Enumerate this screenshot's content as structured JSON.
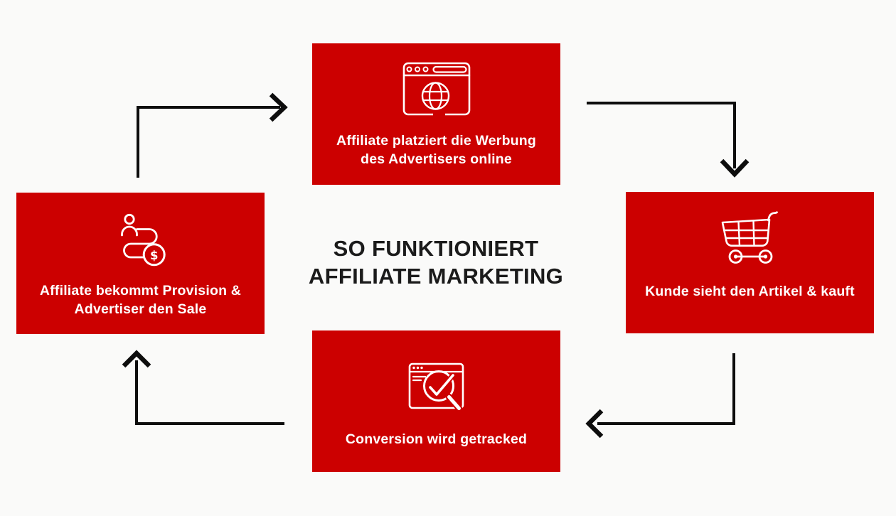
{
  "title": {
    "line1": "SO FUNKTIONIERT",
    "line2": "AFFILIATE MARKETING"
  },
  "steps": [
    {
      "id": "place-ad",
      "icon": "browser-globe-icon",
      "label_lines": [
        "Affiliate platziert die Werbung",
        "des Advertisers online"
      ]
    },
    {
      "id": "customer-buys",
      "icon": "shopping-cart-icon",
      "label_lines": [
        "Kunde sieht den Artikel & kauft"
      ]
    },
    {
      "id": "conversion-tracked",
      "icon": "tracking-magnifier-icon",
      "label_lines": [
        "Conversion wird getracked"
      ]
    },
    {
      "id": "affiliate-paid",
      "icon": "person-commission-icon",
      "label_lines": [
        "Affiliate bekommt Provision &",
        "Advertiser den Sale"
      ]
    }
  ],
  "icons": {
    "coin_symbol": "$"
  },
  "colors": {
    "box_red": "#cc0000",
    "background": "#fafaf9",
    "arrow_black": "#0d0d0d",
    "title_black": "#1b1b1b",
    "icon_white": "#ffffff"
  }
}
